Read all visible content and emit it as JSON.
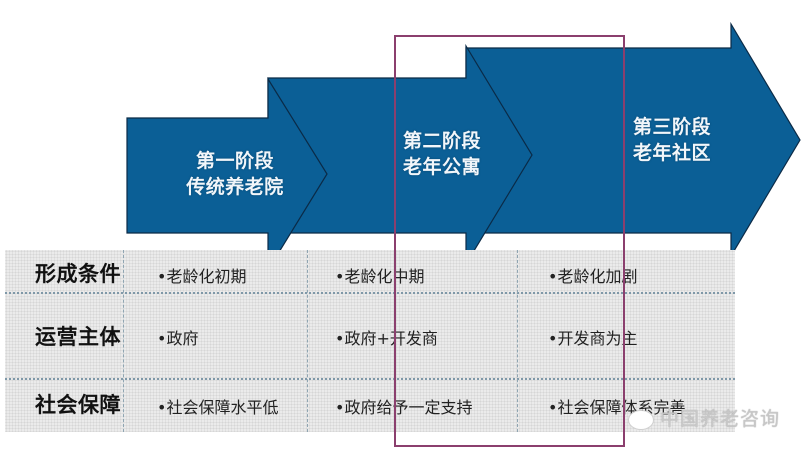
{
  "colors": {
    "arrow_fill": "#0b5f96",
    "arrow_outline": "#0b2a46",
    "highlight_border": "#8b3f6e",
    "table_bg": "#ebebeb",
    "row_divider": "#7f98a8"
  },
  "stages": [
    {
      "line1": "第一阶段",
      "line2": "传统养老院"
    },
    {
      "line1": "第二阶段",
      "line2": "老年公寓"
    },
    {
      "line1": "第三阶段",
      "line2": "老年社区"
    }
  ],
  "table": {
    "rows": [
      {
        "header": "形成条件",
        "cells": [
          "•老龄化初期",
          "•老龄化中期",
          "•老龄化加剧"
        ]
      },
      {
        "header": "运营主体",
        "cells": [
          "•政府",
          "•政府+开发商",
          "•开发商为主"
        ]
      },
      {
        "header": "社会保障",
        "cells": [
          "•社会保障水平低",
          "•政府给予一定支持",
          "•社会保障体系完善"
        ]
      }
    ]
  },
  "watermark": {
    "icon": "wechat-icon",
    "text": "中国养老咨询"
  }
}
